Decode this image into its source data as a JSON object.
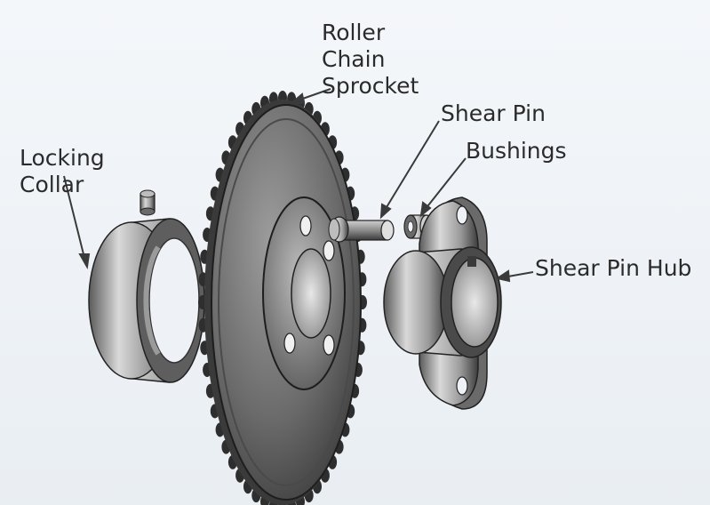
{
  "diagram": {
    "labels": {
      "roller_chain_sprocket": [
        "Roller",
        "Chain",
        "Sprocket"
      ],
      "locking_collar": [
        "Locking",
        "Collar"
      ],
      "shear_pin": "Shear Pin",
      "bushings": "Bushings",
      "shear_pin_hub": "Shear Pin Hub"
    },
    "colors": {
      "background": "#eef2f6",
      "metal_dark": "#2a2a2a",
      "metal_mid": "#8a8a8a",
      "metal_light": "#d6d6d6",
      "label_text": "#2b2b2b",
      "leader_line": "#3a3a3a"
    }
  }
}
